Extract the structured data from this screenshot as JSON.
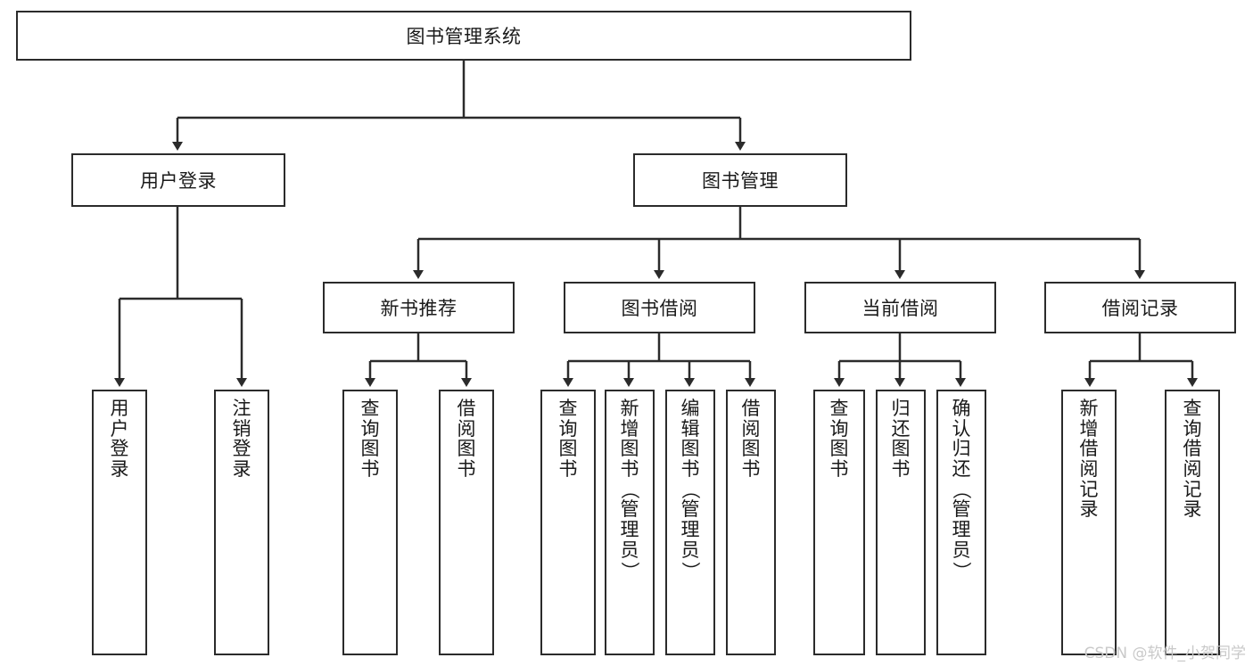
{
  "diagram": {
    "title": "图书管理系统",
    "type": "hierarchy-tree",
    "watermark": "CSDN @软件_小贺同学",
    "colors": {
      "background": "#ffffff",
      "box_border": "#2b2b2b",
      "box_fill": "#ffffff",
      "connector": "#2b2b2b",
      "text": "#1a1a1a",
      "watermark": "#c9c9c9"
    },
    "levels": {
      "root": "图书管理系统",
      "level2": [
        "用户登录",
        "图书管理"
      ],
      "level3": [
        "新书推荐",
        "图书借阅",
        "当前借阅",
        "借阅记录"
      ]
    },
    "root": {
      "label": "图书管理系统",
      "children": [
        {
          "label": "用户登录",
          "children": [
            {
              "label": "用户登录"
            },
            {
              "label": "注销登录"
            }
          ]
        },
        {
          "label": "图书管理",
          "children": [
            {
              "label": "新书推荐",
              "children": [
                {
                  "label": "查询图书"
                },
                {
                  "label": "借阅图书"
                }
              ]
            },
            {
              "label": "图书借阅",
              "children": [
                {
                  "label": "查询图书"
                },
                {
                  "label": "新增图书（管理员）"
                },
                {
                  "label": "编辑图书（管理员）"
                },
                {
                  "label": "借阅图书"
                }
              ]
            },
            {
              "label": "当前借阅",
              "children": [
                {
                  "label": "查询图书"
                },
                {
                  "label": "归还图书"
                },
                {
                  "label": "确认归还（管理员）"
                }
              ]
            },
            {
              "label": "借阅记录",
              "children": [
                {
                  "label": "新增借阅记录"
                },
                {
                  "label": "查询借阅记录"
                }
              ]
            }
          ]
        }
      ]
    },
    "nodes": {
      "root": {
        "label": "图书管理系统"
      },
      "user_login": {
        "label": "用户登录"
      },
      "book_mgmt": {
        "label": "图书管理"
      },
      "new_book_rec": {
        "label": "新书推荐"
      },
      "book_borrow": {
        "label": "图书借阅"
      },
      "current_borrow": {
        "label": "当前借阅"
      },
      "borrow_record": {
        "label": "借阅记录"
      },
      "leaf_user_login": {
        "label": "用户登录"
      },
      "leaf_logout": {
        "label": "注销登录"
      },
      "leaf_query_book_1": {
        "label": "查询图书"
      },
      "leaf_borrow_book_1": {
        "label": "借阅图书"
      },
      "leaf_query_book_2": {
        "label": "查询图书"
      },
      "leaf_add_book": {
        "label": "新增图书（管理员）"
      },
      "leaf_edit_book": {
        "label": "编辑图书（管理员）"
      },
      "leaf_borrow_book_2": {
        "label": "借阅图书"
      },
      "leaf_query_book_3": {
        "label": "查询图书"
      },
      "leaf_return_book": {
        "label": "归还图书"
      },
      "leaf_confirm_return": {
        "label": "确认归还（管理员）"
      },
      "leaf_add_record": {
        "label": "新增借阅记录"
      },
      "leaf_query_record": {
        "label": "查询借阅记录"
      }
    }
  }
}
